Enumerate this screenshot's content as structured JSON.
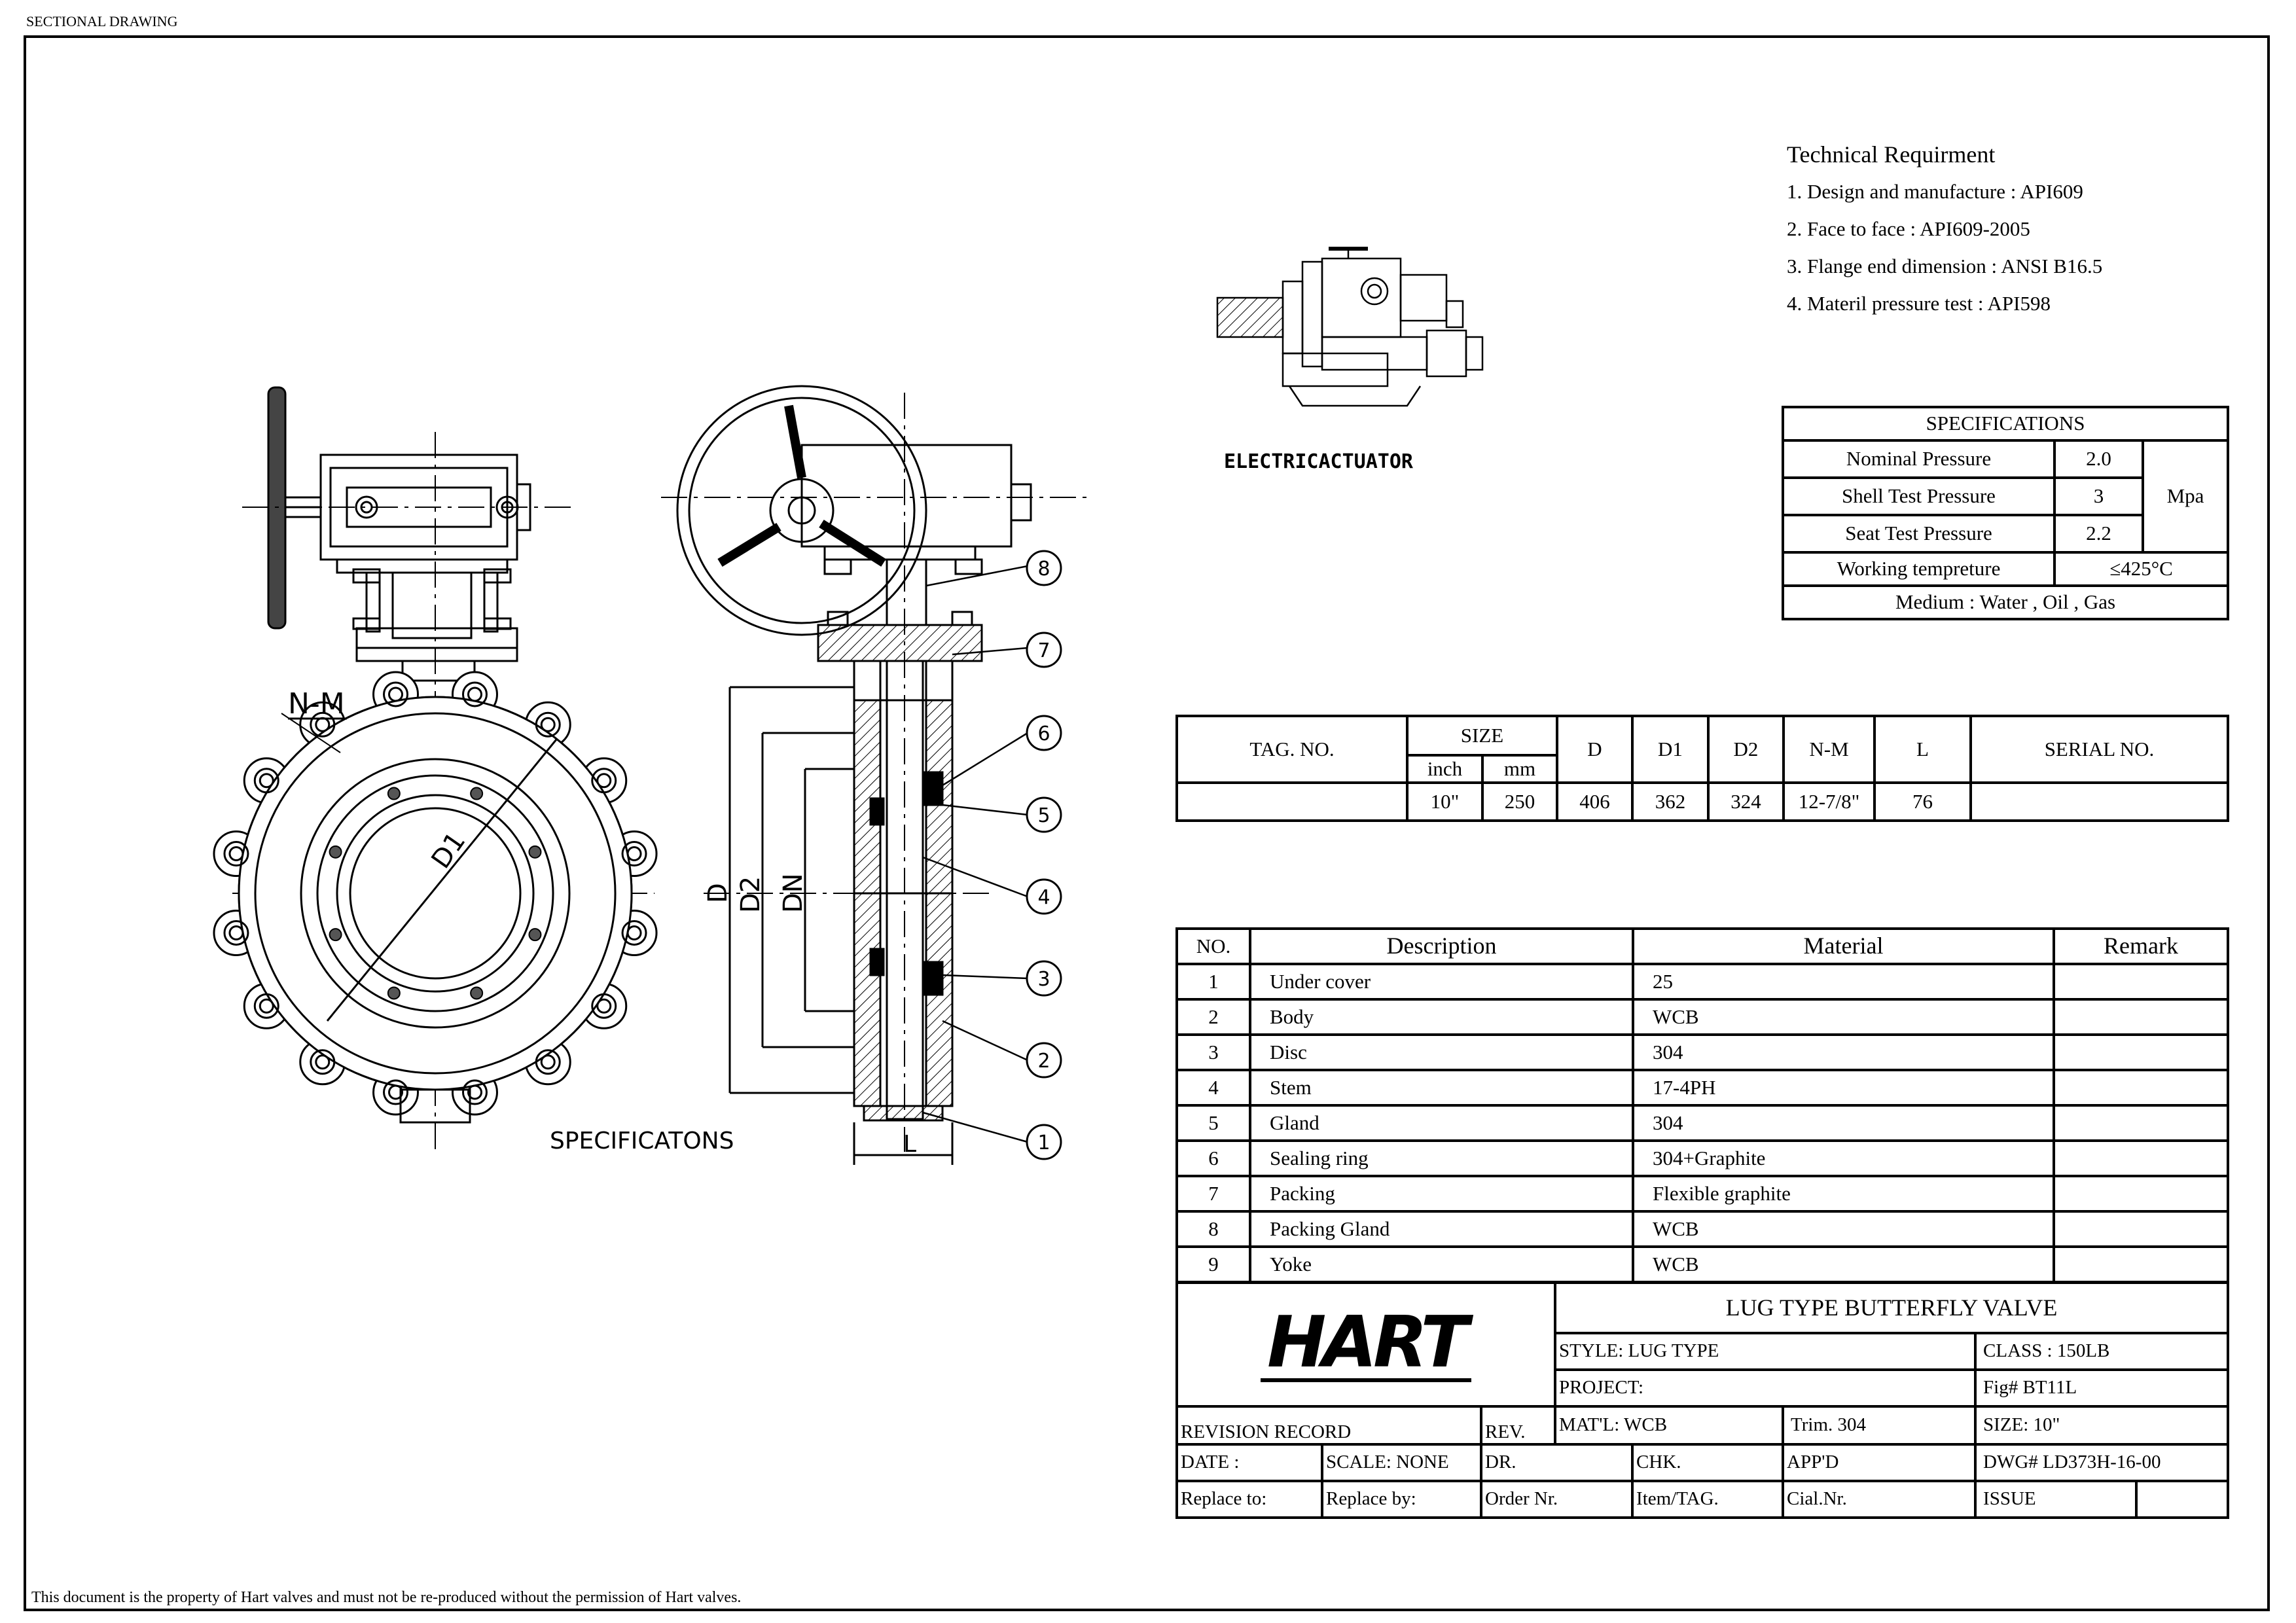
{
  "header": {
    "label": "SECTIONAL DRAWING"
  },
  "footer": {
    "notice": "This document is the property of Hart valves and must not be re-produced without the permission of Hart valves."
  },
  "drawing": {
    "nm_label": "N-M",
    "specifications_caption": "SPECIFICATONS",
    "dim_labels": {
      "D": "D",
      "D2": "D2",
      "DN": "DN",
      "D1": "D1",
      "L": "L"
    },
    "callouts": [
      "1",
      "2",
      "3",
      "4",
      "5",
      "6",
      "7",
      "8"
    ],
    "electric_actuator_label": "ELECTRICACTUATOR"
  },
  "technical_requirement": {
    "title": "Technical Requirment",
    "items": [
      "1. Design and manufacture : API609",
      "2. Face to face : API609-2005",
      "3. Flange end dimension : ANSI B16.5",
      "4. Materil pressure test : API598"
    ]
  },
  "specifications": {
    "title": "SPECIFICATIONS",
    "rows": [
      {
        "label": "Nominal Pressure",
        "value": "2.0"
      },
      {
        "label": "Shell Test Pressure",
        "value": "3"
      },
      {
        "label": "Seat Test Pressure",
        "value": "2.2"
      }
    ],
    "unit": "Mpa",
    "working_label": "Working tempreture",
    "working_value": "≤425°C",
    "medium": "Medium : Water , Oil , Gas"
  },
  "dimensions": {
    "headers": {
      "tag": "TAG. NO.",
      "size": "SIZE",
      "inch": "inch",
      "mm": "mm",
      "d": "D",
      "d1": "D1",
      "d2": "D2",
      "nm": "N-M",
      "l": "L",
      "serial": "SERIAL NO."
    },
    "row": {
      "tag": "",
      "inch": "10\"",
      "mm": "250",
      "d": "406",
      "d1": "362",
      "d2": "324",
      "nm": "12-7/8\"",
      "l": "76",
      "serial": ""
    }
  },
  "parts": {
    "headers": {
      "no": "NO.",
      "description": "Description",
      "material": "Material",
      "remark": "Remark"
    },
    "rows": [
      {
        "no": "1",
        "description": "Under cover",
        "material": "25",
        "remark": ""
      },
      {
        "no": "2",
        "description": "Body",
        "material": "WCB",
        "remark": ""
      },
      {
        "no": "3",
        "description": "Disc",
        "material": "304",
        "remark": ""
      },
      {
        "no": "4",
        "description": "Stem",
        "material": "17-4PH",
        "remark": ""
      },
      {
        "no": "5",
        "description": "Gland",
        "material": "304",
        "remark": ""
      },
      {
        "no": "6",
        "description": "Sealing ring",
        "material": "304+Graphite",
        "remark": ""
      },
      {
        "no": "7",
        "description": "Packing",
        "material": "Flexible graphite",
        "remark": ""
      },
      {
        "no": "8",
        "description": "Packing Gland",
        "material": "WCB",
        "remark": ""
      },
      {
        "no": "9",
        "description": "Yoke",
        "material": "WCB",
        "remark": ""
      }
    ]
  },
  "title_block": {
    "logo": "HART",
    "title": "LUG TYPE BUTTERFLY VALVE",
    "style": "STYLE:  LUG TYPE",
    "class": "CLASS : 150LB",
    "project": "PROJECT:",
    "fig": "Fig#  BT11L",
    "revision_record": "REVISION RECORD",
    "rev": "REV.",
    "matl": "MAT'L: WCB",
    "trim": "Trim.   304",
    "size": "SIZE:  10\"",
    "date": "DATE :",
    "scale": "SCALE: NONE",
    "dr": "DR.",
    "chk": "CHK.",
    "appd": "APP'D",
    "dwg": "DWG#  LD373H-16-00",
    "replace_to": "Replace to:",
    "replace_by": "Replace by:",
    "order": "Order Nr.",
    "item": "Item/TAG.",
    "cial": "Cial.Nr.",
    "issue": "ISSUE"
  }
}
